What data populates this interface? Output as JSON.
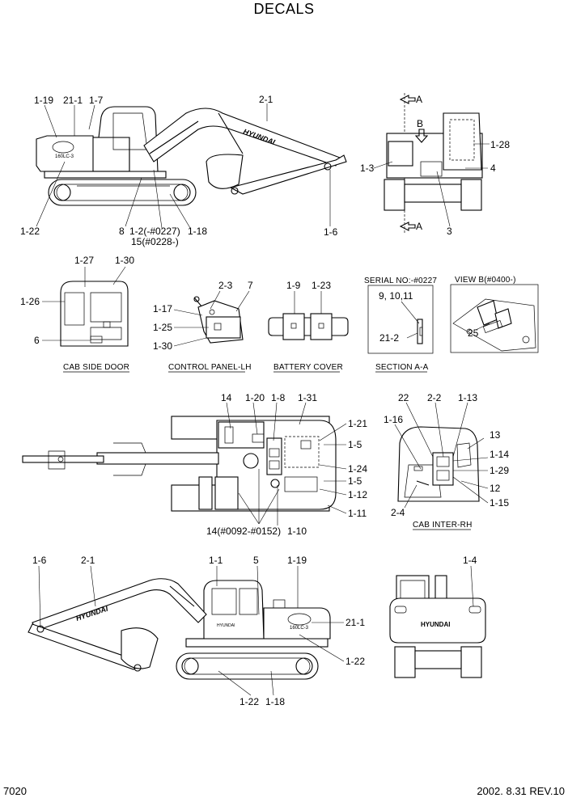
{
  "title": "DECALS",
  "page_number": "7020",
  "revision": "2002. 8.31 REV.10",
  "brand_text": "HYUNDAI",
  "model_badge": "160LC-3",
  "views": {
    "side_left": {
      "labels": [
        "1-19",
        "21-1",
        "1-7",
        "2-1",
        "1-22",
        "8",
        "1-2(-#0227)",
        "15(#0228-)",
        "1-18",
        "1-6"
      ]
    },
    "front": {
      "labels": [
        "A",
        "B",
        "1-28",
        "1-3",
        "4",
        "3",
        "A"
      ]
    },
    "cab_side_door": {
      "caption": "CAB SIDE DOOR",
      "labels": [
        "1-27",
        "1-30",
        "1-26",
        "6"
      ]
    },
    "control_panel": {
      "caption": "CONTROL PANEL-LH",
      "labels": [
        "2-3",
        "7",
        "1-17",
        "1-25",
        "1-30"
      ]
    },
    "battery_cover": {
      "caption": "BATTERY COVER",
      "labels": [
        "1-9",
        "1-23"
      ]
    },
    "section_a": {
      "caption": "SECTION A-A",
      "serial": "SERIAL NO:-#0227",
      "labels": [
        "9, 10,11",
        "21-2"
      ]
    },
    "view_b": {
      "caption": "VIEW  B(#0400-)",
      "labels": [
        "25"
      ]
    },
    "top_view": {
      "labels": [
        "14",
        "1-20",
        "1-8",
        "1-31",
        "1-21",
        "1-5",
        "1-24",
        "1-5",
        "1-12",
        "1-11",
        "14(#0092-#0152)",
        "1-10"
      ]
    },
    "cab_inter": {
      "caption": "CAB INTER-RH",
      "labels": [
        "22",
        "2-2",
        "1-13",
        "1-16",
        "13",
        "1-14",
        "1-29",
        "12",
        "1-15",
        "2-4"
      ]
    },
    "side_right": {
      "labels": [
        "1-6",
        "2-1",
        "1-1",
        "5",
        "1-19",
        "21-1",
        "1-22",
        "1-22",
        "1-18"
      ]
    },
    "rear": {
      "labels": [
        "1-4"
      ]
    }
  }
}
